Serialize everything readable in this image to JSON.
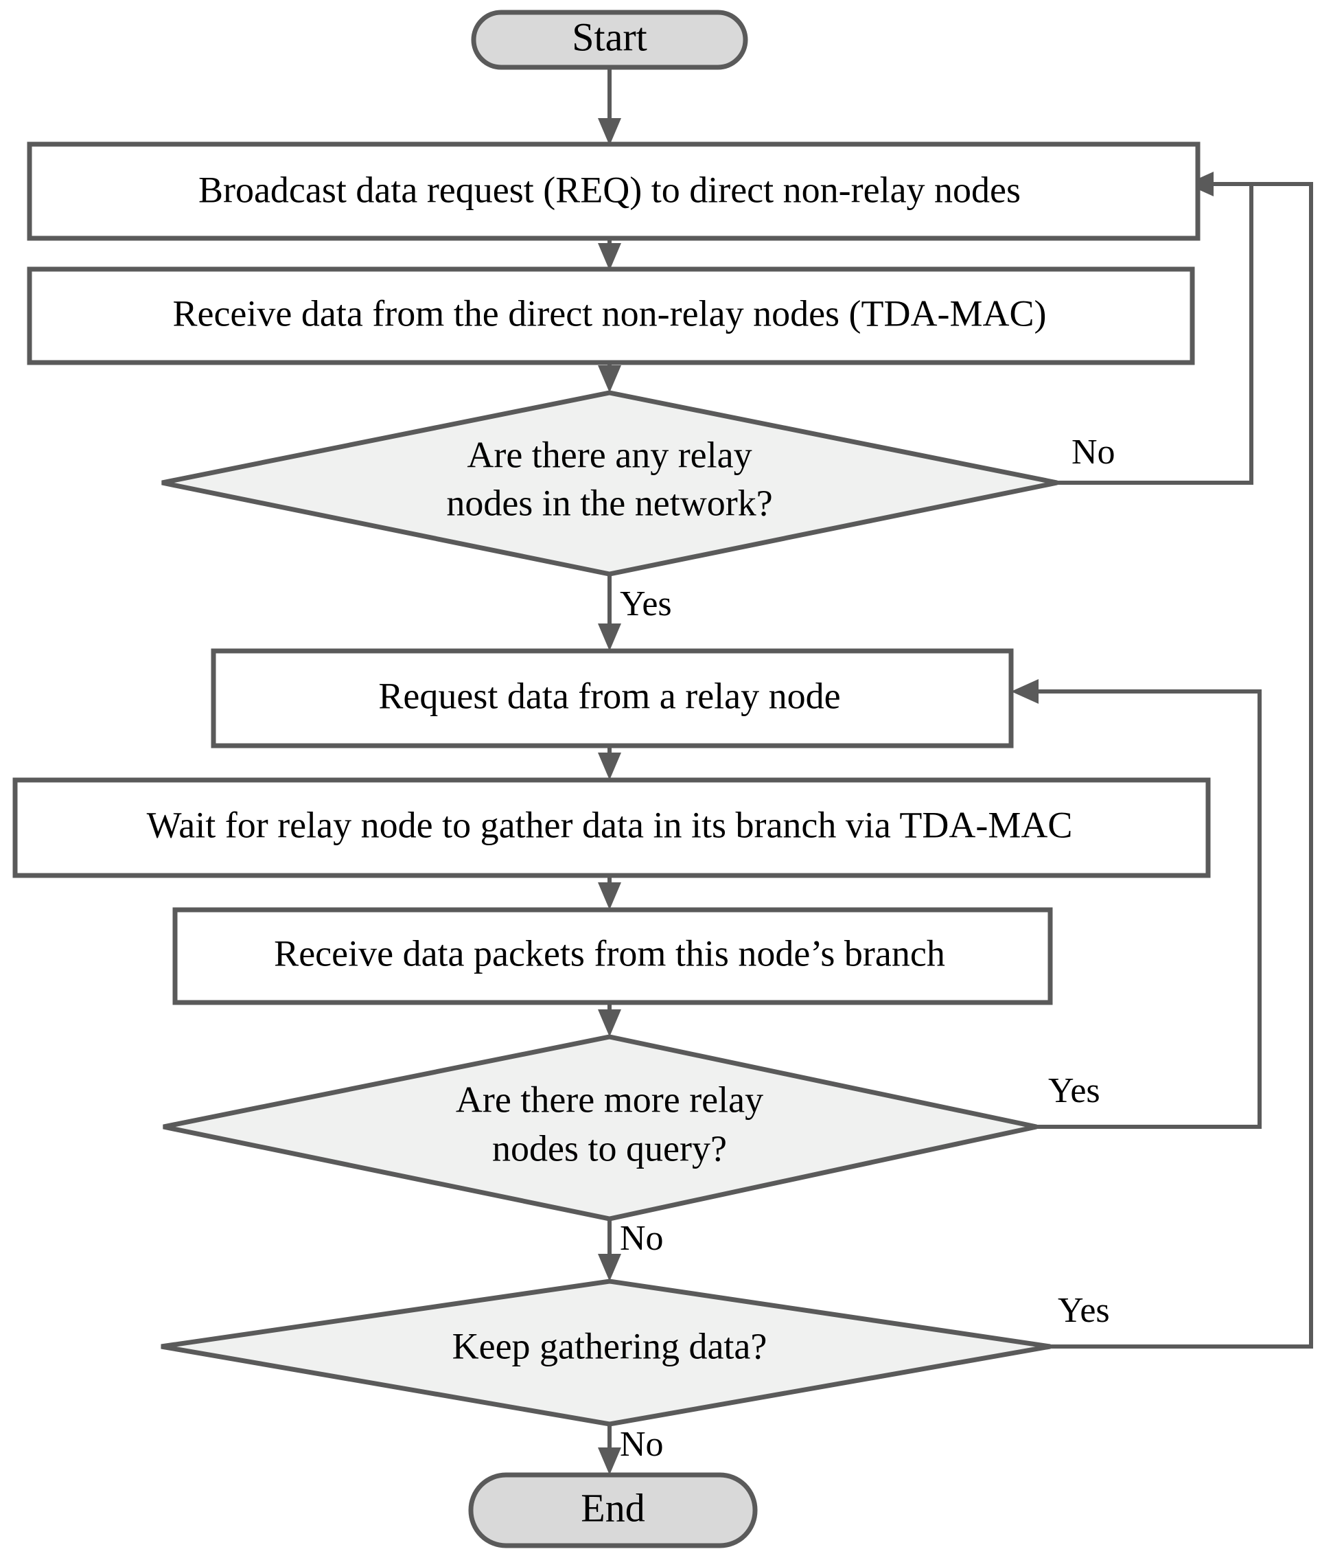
{
  "diagram": {
    "title": "Data gathering flowchart",
    "colors": {
      "terminator_fill": "#d9d9d9",
      "process_fill": "#ffffff",
      "decision_fill": "#f0f1f0",
      "stroke": "#5a5a5a",
      "text": "#000000",
      "background": "#ffffff"
    },
    "nodes": {
      "start": {
        "label": "Start",
        "type": "terminator"
      },
      "broadcast_req": {
        "label": "Broadcast data request (REQ) to direct non-relay nodes",
        "type": "process"
      },
      "receive_direct": {
        "label": "Receive data from the direct non-relay nodes (TDA-MAC)",
        "type": "process"
      },
      "any_relay_line1": {
        "label": "Are there any relay",
        "type": "decision"
      },
      "any_relay_line2": {
        "label": "nodes in the network?",
        "type": "decision"
      },
      "request_relay": {
        "label": "Request data from a relay node",
        "type": "process"
      },
      "wait_relay": {
        "label": "Wait for relay node to gather data in its branch via TDA-MAC",
        "type": "process"
      },
      "receive_branch": {
        "label": "Receive data packets from this node’s branch",
        "type": "process"
      },
      "more_relay_line1": {
        "label": "Are there more relay",
        "type": "decision"
      },
      "more_relay_line2": {
        "label": "nodes to query?",
        "type": "decision"
      },
      "keep_gathering": {
        "label": "Keep gathering data?",
        "type": "decision"
      },
      "end": {
        "label": "End",
        "type": "terminator"
      }
    },
    "edge_labels": {
      "any_relay_no": "No",
      "any_relay_yes": "Yes",
      "more_relay_yes": "Yes",
      "more_relay_no": "No",
      "keep_gathering_yes": "Yes",
      "keep_gathering_no": "No"
    }
  }
}
